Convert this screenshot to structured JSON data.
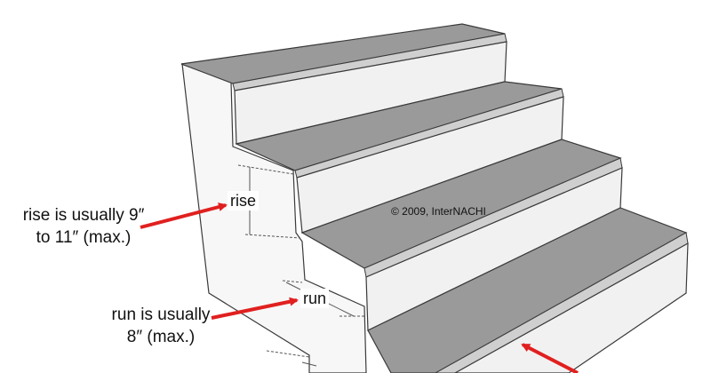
{
  "diagram": {
    "annotations": {
      "rise_note": {
        "line1": "rise is usually 9″",
        "line2": "to 11″ (max.)"
      },
      "run_note": {
        "line1": "run is usually",
        "line2": "8″ (max.)"
      },
      "rise_label": "rise",
      "run_label": "run"
    },
    "copyright": "© 2009, InterNACHI",
    "colors": {
      "tread": "#9a9a9a",
      "tread_edge": "#b8b8b8",
      "riser": "#f1f1f1",
      "side_wall": "#f7f7f7",
      "outline": "#3a3a3a",
      "arrow": "#e0201f"
    }
  }
}
